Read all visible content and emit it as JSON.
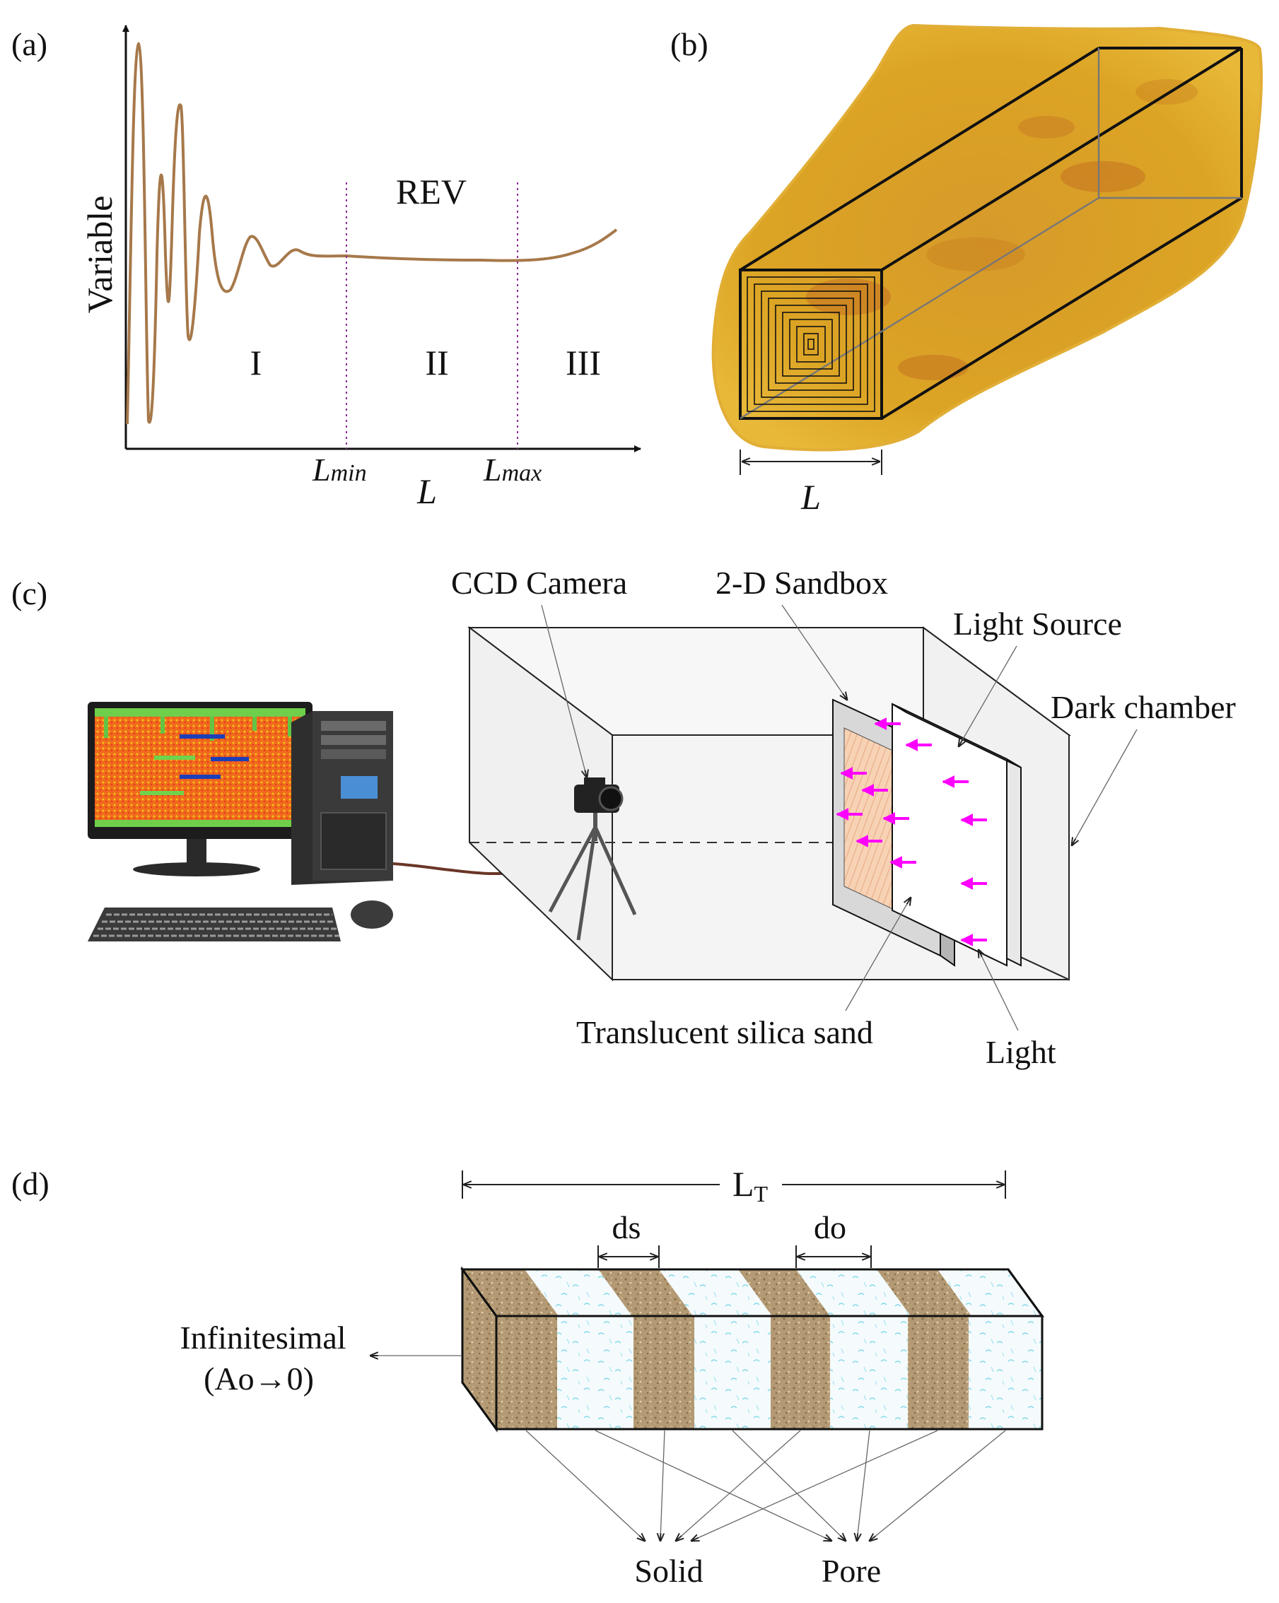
{
  "panel_a": {
    "tag": "(a)",
    "y_axis_label": "Variable",
    "x_axis_label": "L",
    "region_label": "REV",
    "zones": [
      "I",
      "II",
      "III"
    ],
    "lmin": {
      "base": "L",
      "sub": "min"
    },
    "lmax": {
      "base": "L",
      "sub": "max"
    }
  },
  "panel_b": {
    "tag": "(b)",
    "dimension_label": "L"
  },
  "panel_c": {
    "tag": "(c)",
    "labels": {
      "camera": "CCD Camera",
      "sandbox": "2-D Sandbox",
      "light_source": "Light Source",
      "dark_chamber": "Dark chamber",
      "sand": "Translucent silica sand",
      "light": "Light"
    }
  },
  "panel_d": {
    "tag": "(d)",
    "total_length": {
      "base": "L",
      "sub": "T"
    },
    "solid_width": "ds",
    "pore_width": "do",
    "infinitesimal_line1": "Infinitesimal",
    "infinitesimal_line2": "(Ao→0)",
    "solid_label": "Solid",
    "pore_label": "Pore"
  },
  "colors": {
    "curve": "#a6784a",
    "rock": "#d9a520",
    "arrow": "#ff00ff",
    "sand_stripe": "#b8a07c",
    "pore_fill": "#f4fbfd",
    "water_line": "#7fd8ec"
  }
}
